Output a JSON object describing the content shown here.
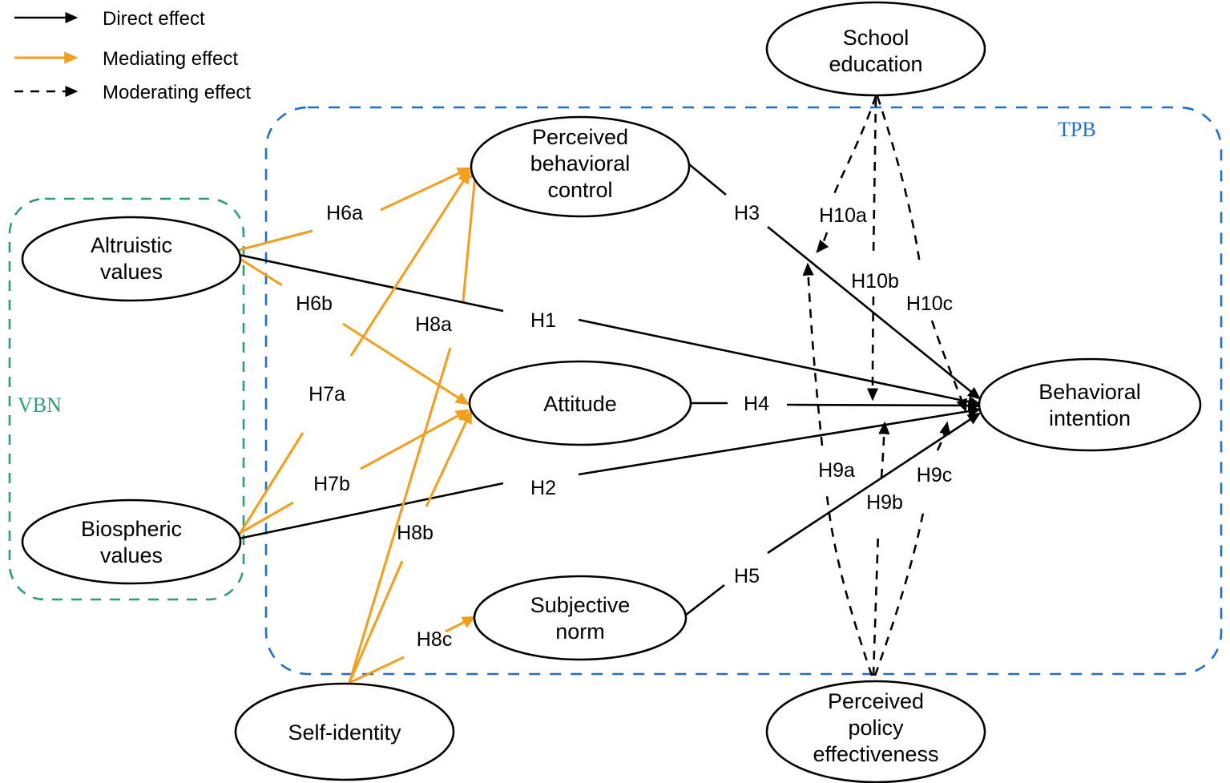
{
  "legend": {
    "items": [
      {
        "key": "direct",
        "label": "Direct effect",
        "style": "solid",
        "color": "#000000"
      },
      {
        "key": "mediating",
        "label": "Mediating effect",
        "style": "solid",
        "color": "#F0A01E"
      },
      {
        "key": "moderating",
        "label": "Moderating effect",
        "style": "dashed",
        "color": "#000000"
      }
    ]
  },
  "frames": [
    {
      "key": "vbn",
      "label": "VBN",
      "color": "#2E9E6B"
    },
    {
      "key": "tpb",
      "label": "TPB",
      "color": "#1F6FD0"
    }
  ],
  "nodes": [
    {
      "key": "altruistic",
      "label": "Altruistic values",
      "lines": [
        "Altruistic",
        "values"
      ]
    },
    {
      "key": "biospheric",
      "label": "Biospheric values",
      "lines": [
        "Biospheric",
        "values"
      ]
    },
    {
      "key": "pbc",
      "label": "Perceived behavioral control",
      "lines": [
        "Perceived",
        "behavioral",
        "control"
      ]
    },
    {
      "key": "attitude",
      "label": "Attitude",
      "lines": [
        "Attitude"
      ]
    },
    {
      "key": "subjective_norm",
      "label": "Subjective norm",
      "lines": [
        "Subjective",
        "norm"
      ]
    },
    {
      "key": "self_identity",
      "label": "Self-identity",
      "lines": [
        "Self-identity"
      ]
    },
    {
      "key": "school_education",
      "label": "School education",
      "lines": [
        "School",
        "education"
      ]
    },
    {
      "key": "behavioral_intention",
      "label": "Behavioral intention",
      "lines": [
        "Behavioral",
        "intention"
      ]
    },
    {
      "key": "ppe",
      "label": "Perceived policy effectiveness",
      "lines": [
        "Perceived",
        "policy",
        "effectiveness"
      ]
    }
  ],
  "hypotheses": [
    {
      "key": "H1",
      "label": "H1",
      "type": "direct",
      "from": "altruistic",
      "to": "behavioral_intention"
    },
    {
      "key": "H2",
      "label": "H2",
      "type": "direct",
      "from": "biospheric",
      "to": "behavioral_intention"
    },
    {
      "key": "H3",
      "label": "H3",
      "type": "direct",
      "from": "pbc",
      "to": "behavioral_intention"
    },
    {
      "key": "H4",
      "label": "H4",
      "type": "direct",
      "from": "attitude",
      "to": "behavioral_intention"
    },
    {
      "key": "H5",
      "label": "H5",
      "type": "direct",
      "from": "subjective_norm",
      "to": "behavioral_intention"
    },
    {
      "key": "H6a",
      "label": "H6a",
      "type": "mediating",
      "from": "altruistic",
      "to": "pbc"
    },
    {
      "key": "H6b",
      "label": "H6b",
      "type": "mediating",
      "from": "altruistic",
      "to": "attitude"
    },
    {
      "key": "H7a",
      "label": "H7a",
      "type": "mediating",
      "from": "biospheric",
      "to": "pbc"
    },
    {
      "key": "H7b",
      "label": "H7b",
      "type": "mediating",
      "from": "biospheric",
      "to": "attitude"
    },
    {
      "key": "H8a",
      "label": "H8a",
      "type": "mediating",
      "from": "self_identity",
      "to": "pbc"
    },
    {
      "key": "H8b",
      "label": "H8b",
      "type": "mediating",
      "from": "self_identity",
      "to": "attitude"
    },
    {
      "key": "H8c",
      "label": "H8c",
      "type": "mediating",
      "from": "self_identity",
      "to": "subjective_norm"
    },
    {
      "key": "H9a",
      "label": "H9a",
      "type": "moderating",
      "from": "ppe",
      "to": "H3"
    },
    {
      "key": "H9b",
      "label": "H9b",
      "type": "moderating",
      "from": "ppe",
      "to": "H4"
    },
    {
      "key": "H9c",
      "label": "H9c",
      "type": "moderating",
      "from": "ppe",
      "to": "H5"
    },
    {
      "key": "H10a",
      "label": "H10a",
      "type": "moderating",
      "from": "school_education",
      "to": "H3"
    },
    {
      "key": "H10b",
      "label": "H10b",
      "type": "moderating",
      "from": "school_education",
      "to": "H4"
    },
    {
      "key": "H10c",
      "label": "H10c",
      "type": "moderating",
      "from": "school_education",
      "to": "H5"
    }
  ]
}
